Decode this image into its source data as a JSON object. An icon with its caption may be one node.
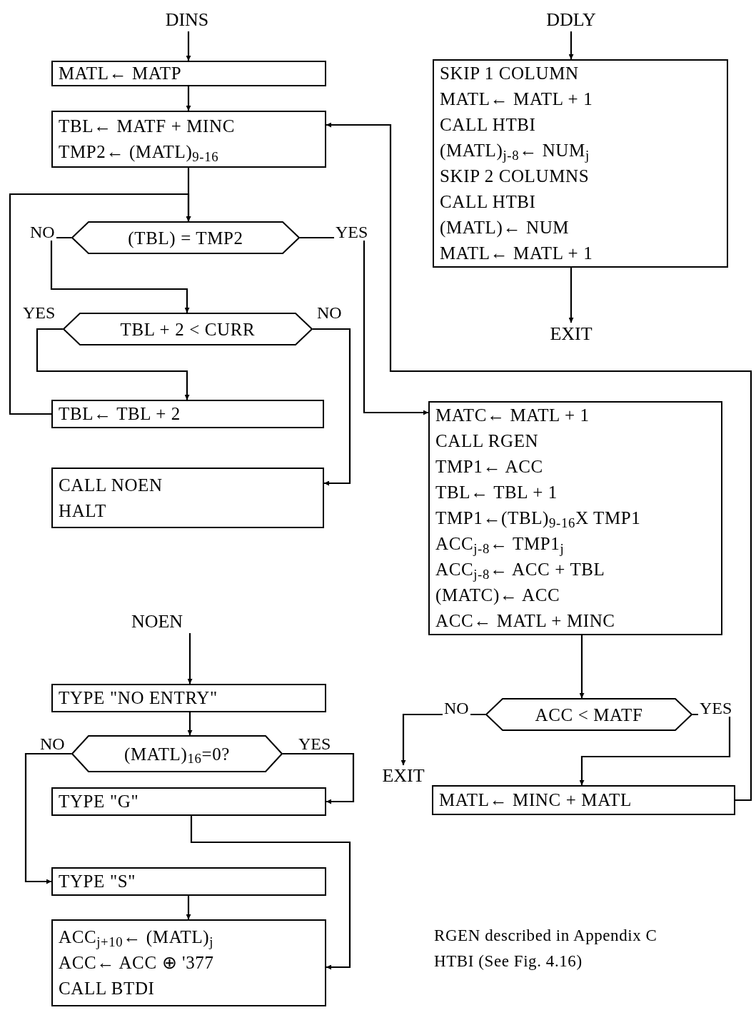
{
  "diagram": {
    "nodes": [
      {
        "text": [
          "DINS"
        ]
      },
      {
        "text": [
          "MATL← MATP"
        ]
      },
      {
        "text": [
          "TBL← MATF + MINC",
          "TMP2← (MATL)$_{9-16}$"
        ]
      },
      {
        "text": [
          "(TBL) = TMP2"
        ]
      },
      {
        "text": [
          "TBL + 2 < CURR"
        ]
      },
      {
        "text": [
          "TBL← TBL + 2"
        ]
      },
      {
        "text": [
          "CALL NOEN",
          "HALT"
        ]
      },
      {
        "text": [
          "DDLY"
        ]
      },
      {
        "text": [
          "SKIP 1 COLUMN",
          "MATL← MATL + 1",
          "CALL HTBI",
          "(MATL)$_{j-8}$← NUM$_{j}$",
          "SKIP 2 COLUMNS",
          "CALL HTBI",
          "(MATL)← NUM",
          "MATL← MATL + 1"
        ]
      },
      {
        "text": [
          "EXIT"
        ]
      },
      {
        "text": [
          "MATC← MATL + 1",
          "CALL RGEN",
          "TMP1← ACC",
          "TBL← TBL + 1",
          "TMP1←(TBL)$_{9-16}$X TMP1",
          "ACC$_{j-8}$← TMP1$_{j}$",
          "ACC$_{j-8}$← ACC + TBL",
          "(MATC)← ACC",
          "ACC← MATL + MINC"
        ]
      },
      {
        "text": [
          "ACC < MATF"
        ]
      },
      {
        "text": [
          "EXIT"
        ]
      },
      {
        "text": [
          "MATL← MINC + MATL"
        ]
      },
      {
        "text": [
          "NOEN"
        ]
      },
      {
        "text": [
          "TYPE \"NO ENTRY\""
        ]
      },
      {
        "text": [
          "(MATL)$_{16}$=0?"
        ]
      },
      {
        "text": [
          "TYPE \"G\""
        ]
      },
      {
        "text": [
          "TYPE \"S\""
        ]
      },
      {
        "text": [
          "ACC$_{j+10}$← (MATL)$_{j}$",
          "ACC← ACC ⊕ '377",
          "CALL BTDI"
        ]
      }
    ],
    "edges": [
      {
        "from": 0,
        "to": 1,
        "arrow": "to"
      },
      {
        "from": 1,
        "to": 2,
        "arrow": "to"
      },
      {
        "from": 2,
        "to": 3,
        "arrow": "to"
      },
      {
        "from": 5,
        "to": 3,
        "arrow": "to"
      },
      {
        "from": 3,
        "to": 4,
        "arrow": "to",
        "label": "NO"
      },
      {
        "from": 3,
        "to": 10,
        "arrow": "to",
        "label": "YES"
      },
      {
        "from": 4,
        "to": 5,
        "arrow": "to",
        "label": "YES"
      },
      {
        "from": 4,
        "to": 6,
        "arrow": "to",
        "label": "NO"
      },
      {
        "from": 7,
        "to": 8,
        "arrow": "to"
      },
      {
        "from": 8,
        "to": 9,
        "arrow": "to"
      },
      {
        "from": 10,
        "to": 11,
        "arrow": "to"
      },
      {
        "from": 11,
        "to": 12,
        "arrow": "to",
        "label": "NO"
      },
      {
        "from": 11,
        "to": 13,
        "arrow": "to",
        "label": "YES"
      },
      {
        "from": 13,
        "to": 2,
        "arrow": "to"
      },
      {
        "from": 14,
        "to": 15,
        "arrow": "to"
      },
      {
        "from": 15,
        "to": 16,
        "arrow": "to"
      },
      {
        "from": 16,
        "to": 18,
        "arrow": "to",
        "label": "NO"
      },
      {
        "from": 16,
        "to": 17,
        "arrow": "to",
        "label": "YES"
      },
      {
        "from": 17,
        "to": 19,
        "arrow": "to"
      },
      {
        "from": 18,
        "to": 19,
        "arrow": "to"
      }
    ],
    "labels": [
      "RGEN described in Appendix C",
      "HTBI (See Fig. 4.16)"
    ]
  }
}
